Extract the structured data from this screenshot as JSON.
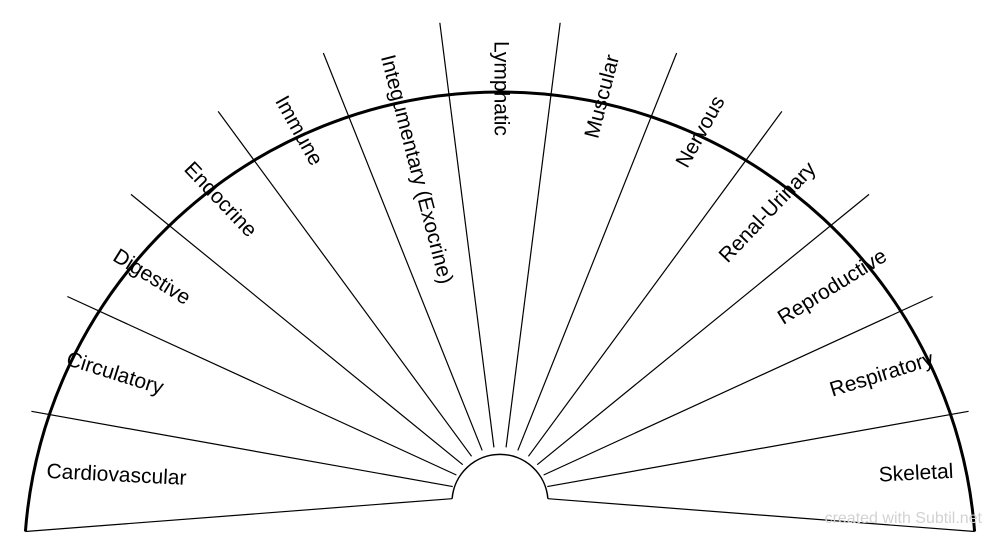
{
  "chart": {
    "sectors": [
      "Cardiovascular",
      "Circulatory",
      "Digestive",
      "Endocrine",
      "Immune",
      "Integumentary (Exocrine)",
      "Lymphatic",
      "Muscular",
      "Nervous",
      "Renal-Urinary",
      "Reproductive",
      "Respiratory",
      "Skeletal"
    ]
  },
  "watermark": "created with Subtil.net",
  "colors": {
    "line": "#000000",
    "watermark": "#d2d2d2"
  }
}
